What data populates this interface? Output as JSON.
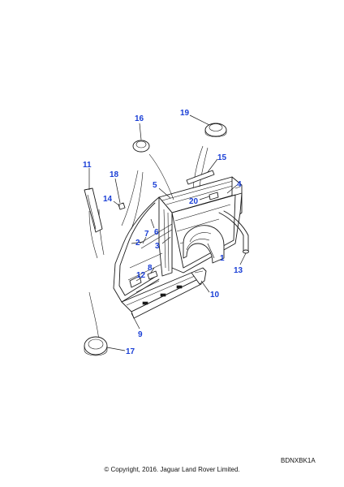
{
  "diagram": {
    "callouts": [
      "1",
      "2",
      "3",
      "4",
      "5",
      "6",
      "7",
      "8",
      "9",
      "10",
      "11",
      "12",
      "13",
      "14",
      "15",
      "16",
      "17",
      "18",
      "19",
      "20"
    ],
    "accent_color": "#1a3fd6",
    "line_color": "#1a1a1a"
  },
  "footer": {
    "reference_code": "BDNXBK1A",
    "copyright": "© Copyright, 2016. Jaguar Land Rover Limited."
  }
}
